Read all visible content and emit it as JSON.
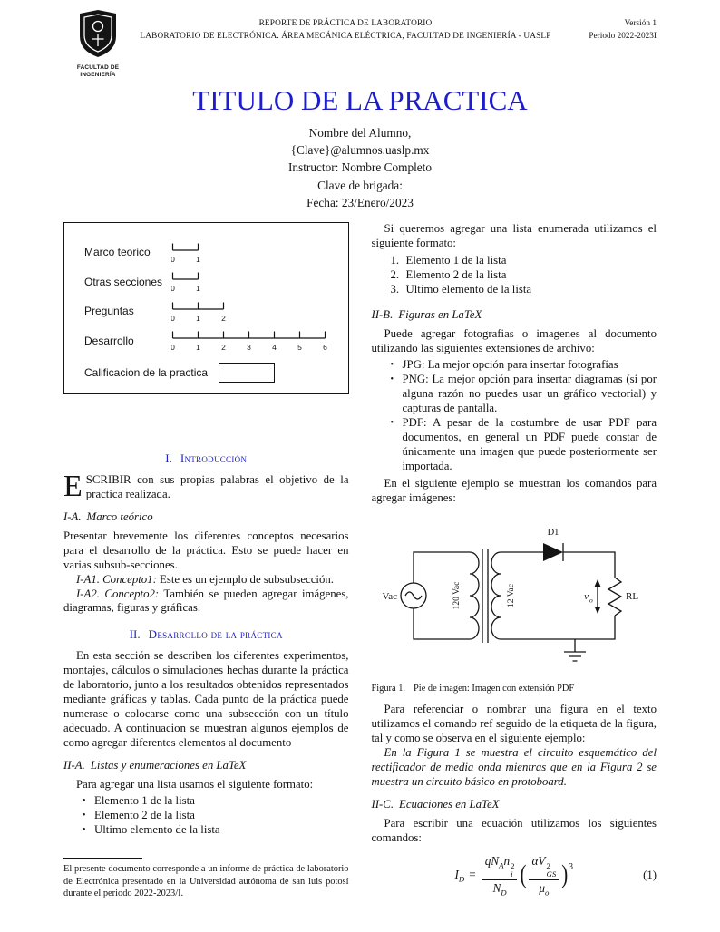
{
  "colors": {
    "heading_blue": "#1e1ec8",
    "text_color": "#141414"
  },
  "glyphs": {
    "bullet": "•"
  },
  "header": {
    "logo": {
      "caption_line1": "FACULTAD DE",
      "caption_line2": "INGENIERÍA"
    },
    "center_line1": "REPORTE DE PRÁCTICA DE LABORATORIO",
    "center_line2": "LABORATORIO DE ELECTRÓNICA. ÁREA MECÁNICA ELÉCTRICA, FACULTAD DE INGENIERÍA - UASLP",
    "right_line1": "Versión 1",
    "right_line2": "Periodo 2022-2023I"
  },
  "title": "TITULO DE LA PRACTICA",
  "authors": {
    "line1": "Nombre del Alumno,",
    "line2": "{Clave}@alumnos.uaslp.mx",
    "line3": "Instructor: Nombre Completo",
    "line4": "Clave de brigada:",
    "line5": "Fecha: 23/Enero/2023"
  },
  "rubric_figure": {
    "rows": [
      {
        "label": "Marco teorico",
        "ticks": [
          0,
          1
        ]
      },
      {
        "label": "Otras secciones",
        "ticks": [
          0,
          1
        ]
      },
      {
        "label": "Preguntas",
        "ticks": [
          0,
          1,
          2
        ]
      },
      {
        "label": "Desarrollo",
        "ticks": [
          0,
          1,
          2,
          3,
          4,
          5,
          6
        ]
      }
    ],
    "score_label": "Calificacion de la practica"
  },
  "sections": {
    "intro": {
      "number": "I.",
      "title": "Introducción"
    },
    "desarrollo": {
      "number": "II.",
      "title": "Desarrollo de la práctica"
    }
  },
  "left": {
    "intro_dropcap": "E",
    "intro_lead": "SCRIBIR",
    "intro_rest": "con sus propias palabras el objetivo de la practica realizada.",
    "marco": {
      "number": "I-A.",
      "title": "Marco teórico"
    },
    "marco_para": "Presentar brevemente los diferentes conceptos necesarios para el desarrollo de la práctica. Esto se puede hacer en varias subsub-secciones.",
    "concepto1_label": "I-A1. Concepto1:",
    "concepto1_text": "Este es un ejemplo de subsubsección.",
    "concepto2_label": "I-A2. Concepto2:",
    "concepto2_text": "También se pueden agregar imágenes, diagramas, figuras y gráficas.",
    "desarrollo_para": "En esta sección se describen los diferentes experimentos, montajes, cálculos o simulaciones hechas durante la práctica de laboratorio, junto a los resultados obtenidos representados mediante gráficas y tablas. Cada punto de la práctica puede numerase o colocarse como una subsección con un título adecuado. A continuacion se muestran algunos ejemplos de como agregar diferentes elementos al documento",
    "listas": {
      "number": "II-A.",
      "title": "Listas y enumeraciones en LaTeX"
    },
    "listas_para": "Para agregar una lista usamos el siguiente formato:",
    "bullet_items": [
      "Elemento 1 de la lista",
      "Elemento 2 de la lista",
      "Ultimo elemento de la lista"
    ],
    "footnote": "El presente documento corresponde a un informe de práctica de laboratorio de Electrónica presentado en la Universidad autónoma de san luis potosí durante el periodo 2022-2023/I."
  },
  "right": {
    "enum_intro": "Si queremos agregar una lista enumerada utilizamos el siguiente formato:",
    "enum_items": [
      {
        "num": "1.",
        "text": "Elemento 1 de la lista"
      },
      {
        "num": "2.",
        "text": "Elemento 2 de la lista"
      },
      {
        "num": "3.",
        "text": "Ultimo elemento de la lista"
      }
    ],
    "figuras": {
      "number": "II-B.",
      "title": "Figuras en LaTeX"
    },
    "figuras_para": "Puede agregar fotografias o imagenes al documento utilizando las siguientes extensiones de archivo:",
    "format_items": [
      "JPG: La mejor opción para insertar fotografías",
      "PNG: La mejor opción para insertar diagramas (si por alguna razón no puedes usar un gráfico vectorial) y capturas de pantalla.",
      "PDF: A pesar de la costumbre de usar PDF para documentos, en general un PDF puede constar de únicamente una imagen que puede posteriormente ser importada."
    ],
    "ejemplo_para": "En el siguiente ejemplo se muestran los comandos para agregar imágenes:",
    "circuit": {
      "source_label": "Vac",
      "primary_label": "120 Vac",
      "secondary_label": "12 Vac",
      "diode_label": "D1",
      "output_base": "v",
      "output_sub": "o",
      "load_label": "RL"
    },
    "fig_caption_label": "Figura 1.",
    "fig_caption_text": "Pie de imagen: Imagen con extensión PDF",
    "ref_para": "Para referenciar o nombrar una figura en el texto utilizamos el comando ref seguido de la etiqueta de la figura, tal y como se observa en el siguiente ejemplo:",
    "ref_example": "En la Figura 1 se muestra el circuito esquemático del rectificador de media onda mientras que en la Figura 2 se muestra un circuito básico en protoboard.",
    "ecuaciones": {
      "number": "II-C.",
      "title": "Ecuaciones en LaTeX"
    },
    "ecuaciones_para": "Para escribir una ecuación utilizamos los siguientes comandos:",
    "equation": {
      "number": "(1)",
      "lhs_base": "I",
      "lhs_sub": "D",
      "equals": "=",
      "f1_num_a": "qN",
      "f1_num_a_sub": "A",
      "f1_num_b": "n",
      "f1_num_b_sup": "2",
      "f1_num_b_sub": "i",
      "f1_den": "N",
      "f1_den_sub": "D",
      "open_paren": "(",
      "f2_num_a": "α",
      "f2_num_b": "V",
      "f2_num_b_sup": "2",
      "f2_num_b_sub": "GS",
      "f2_den": "μ",
      "f2_den_sub": "o",
      "close_paren": ")",
      "exponent": "3"
    }
  }
}
